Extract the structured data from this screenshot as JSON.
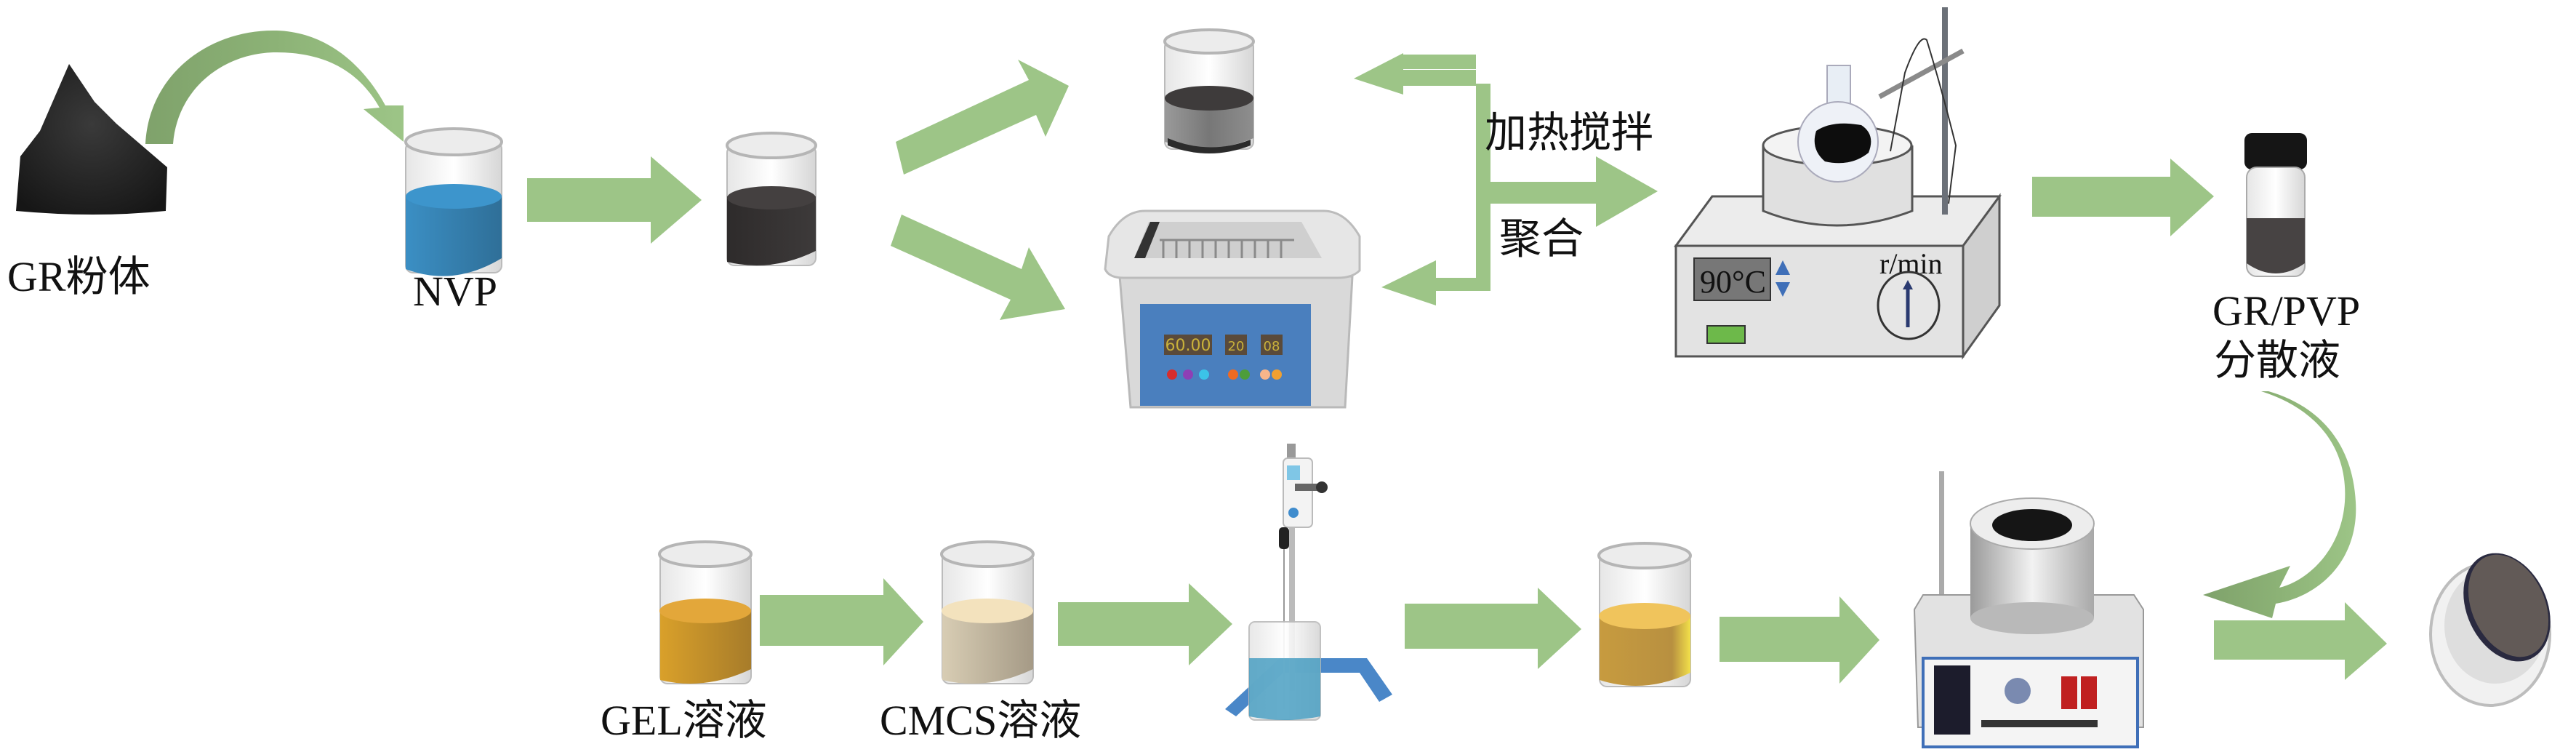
{
  "diagram": {
    "type": "process-flow",
    "colors": {
      "arrow": "#9dc587",
      "arrow_dark": "#7fa26b",
      "nvp_liquid": "#3b8fc4",
      "dark_liquid": "#3a3636",
      "gel_liquid": "#e0a52c",
      "cmcs_liquid": "#d9cdb0",
      "mixed_liquid": "#e8bd4a",
      "stirrer_beaker_liquid": "#4a9fc2",
      "panel_blue": "#4a7fbe",
      "display_green": "#6db94a"
    },
    "top_row": {
      "powder_label": "GR粉体",
      "nvp_label": "NVP",
      "heat_stir_label": "加热搅拌",
      "polymerize_label": "聚合",
      "hotplate_display": "90°C",
      "hotplate_speed_label": "r/min",
      "ultrasonic_display": [
        "60.00",
        "20",
        "08"
      ],
      "product_label_line1": "GR/PVP",
      "product_label_line2": "分散液"
    },
    "bottom_row": {
      "gel_label": "GEL溶液",
      "cmcs_label": "CMCS溶液"
    }
  }
}
